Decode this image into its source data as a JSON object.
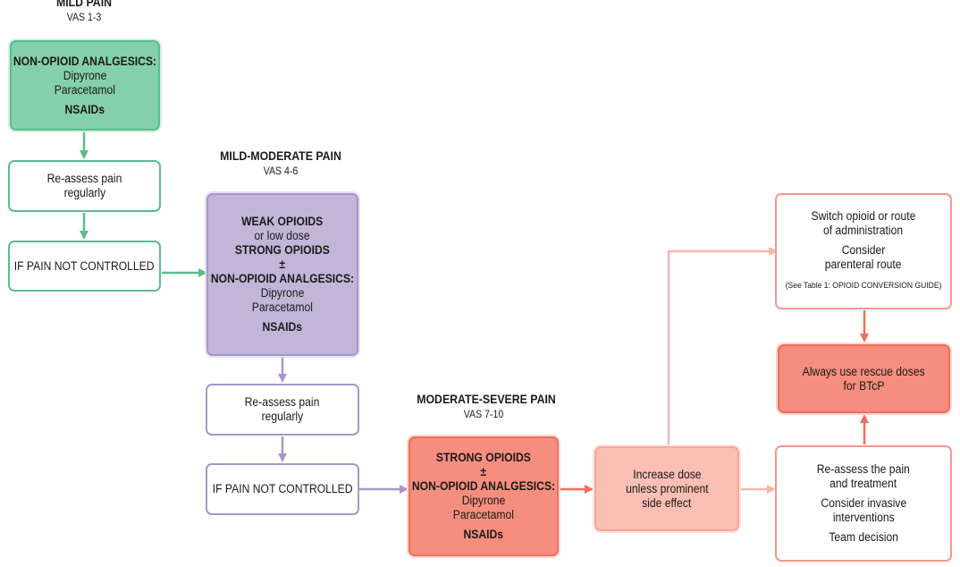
{
  "mild": {
    "title": "MILD PAIN",
    "vas": "VAS 1-3",
    "treatment": [
      "NON-OPIOID ANALGESICS:",
      "Dipyrone",
      "Paracetamol",
      "NSAIDs"
    ],
    "reassess": [
      "Re-assess pain",
      "regularly"
    ],
    "not_controlled": "IF PAIN NOT CONTROLLED"
  },
  "mild_moderate": {
    "title": "MILD-MODERATE PAIN",
    "vas": "VAS 4-6",
    "treatment": [
      "WEAK OPIOIDS",
      "or low dose",
      "STRONG OPIOIDS",
      "±",
      "NON-OPIOID ANALGESICS:",
      "Dipyrone",
      "Paracetamol",
      "NSAIDs"
    ],
    "reassess": [
      "Re-assess pain",
      "regularly"
    ],
    "not_controlled": "IF PAIN NOT CONTROLLED"
  },
  "moderate_severe": {
    "title": "MODERATE-SEVERE PAIN",
    "vas": "VAS 7-10",
    "treatment": [
      "STRONG OPIOIDS",
      "±",
      "NON-OPIOID ANALGESICS:",
      "Dipyrone",
      "Paracetamol",
      "NSAIDs"
    ],
    "increase_dose": [
      "Increase dose",
      "unless prominent",
      "side effect"
    ],
    "switch": [
      "Switch opioid or route",
      "of administration",
      "Consider",
      "parenteral route",
      "(See Table 1: OPIOID CONVERSION GUIDE)"
    ],
    "rescue": [
      "Always use rescue doses",
      "for BTcP"
    ],
    "reassess_treatment": [
      "Re-assess the pain",
      "and treatment",
      "Consider invasive",
      "interventions",
      "Team decision"
    ]
  },
  "colors": {
    "green": "#5bbd8b",
    "purple": "#a896c7",
    "red": "#ef6f5c",
    "pink": "#f5b7ac"
  }
}
